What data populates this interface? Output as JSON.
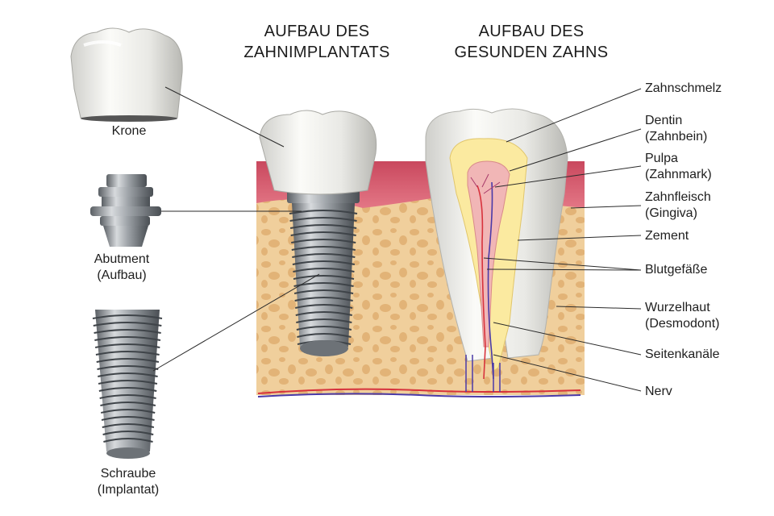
{
  "titles": {
    "implant": [
      "AUFBAU DES",
      "ZAHNIMPLANTATS"
    ],
    "healthy": [
      "AUFBAU DES",
      "GESUNDEN ZAHNS"
    ]
  },
  "parts": {
    "crown": [
      "Krone"
    ],
    "abutment": [
      "Abutment",
      "(Aufbau)"
    ],
    "screw": [
      "Schraube",
      "(Implantat)"
    ]
  },
  "anatomy": {
    "enamel": [
      "Zahnschmelz"
    ],
    "dentin": [
      "Dentin",
      "(Zahnbein)"
    ],
    "pulp": [
      "Pulpa",
      "(Zahnmark)"
    ],
    "gingiva": [
      "Zahnfleisch",
      "(Gingiva)"
    ],
    "cementum": [
      "Zement"
    ],
    "vessels": [
      "Blutgefäße"
    ],
    "periodontium": [
      "Wurzelhaut",
      "(Desmodont)"
    ],
    "lateral_canals": [
      "Seitenkanäle"
    ],
    "nerve": [
      "Nerv"
    ]
  },
  "colors": {
    "bone": "#f0cf9c",
    "bone_pores": "#e2b377",
    "gum": "#d9566c",
    "enamel": "#eeeeea",
    "dentin": "#fbeaa0",
    "pulp": "#f1b6b6",
    "artery": "#d7323c",
    "vein": "#4a3aa8",
    "metal": "#9aa0a6"
  }
}
